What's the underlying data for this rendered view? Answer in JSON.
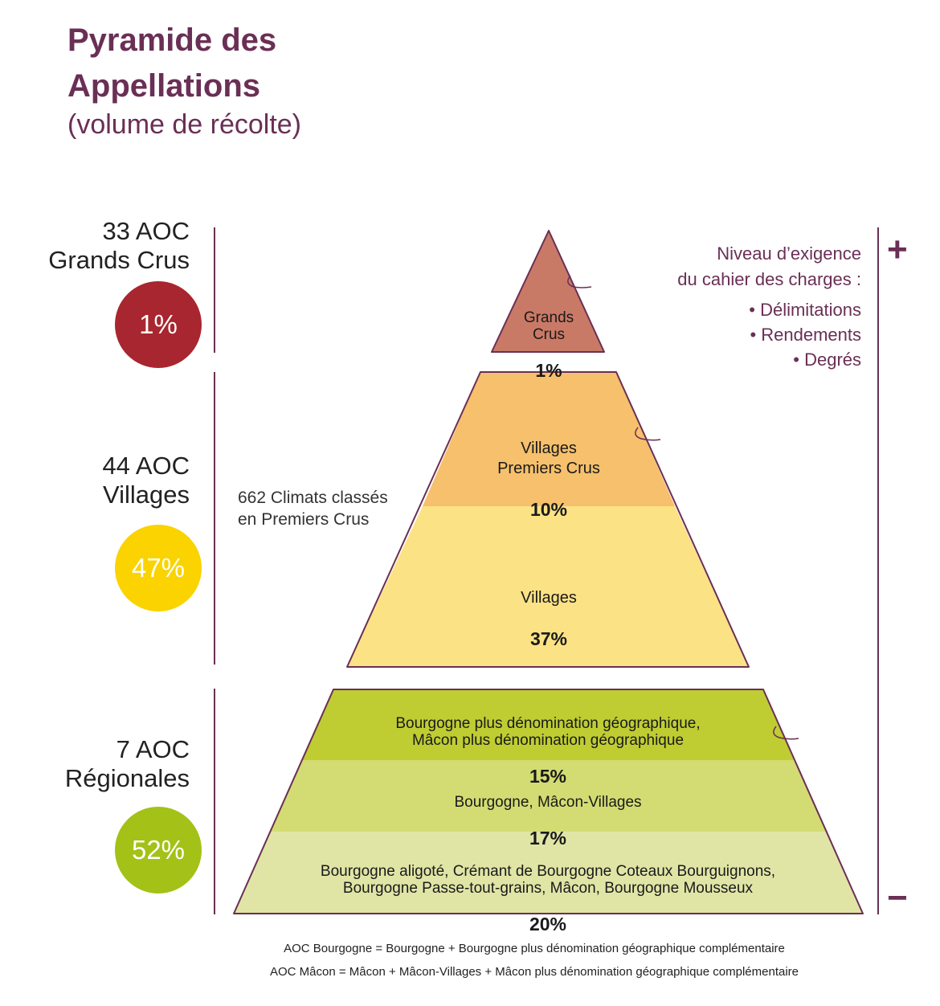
{
  "header": {
    "title": "Pyramide des Appellations",
    "subtitle": "(volume de récolte)"
  },
  "groups": [
    {
      "label": "33 AOC\nGrands Crus",
      "share": "1%",
      "color": "#a8262f"
    },
    {
      "label": "44 AOC\nVillages",
      "share": "47%",
      "color": "#fad300"
    },
    {
      "label": "7 AOC\nRégionales",
      "share": "52%",
      "color": "#a3c117"
    }
  ],
  "climats_note": "662 Climats classés\nen Premiers Crus",
  "tiers": [
    {
      "name": "Grands\nCrus",
      "pct": "1%",
      "color": "#c97a66"
    },
    {
      "name": "Villages\nPremiers Crus",
      "pct": "10%",
      "color": "#f6c06c"
    },
    {
      "name": "Villages",
      "pct": "37%",
      "color": "#fbe285"
    },
    {
      "name": "Bourgogne plus dénomination géographique,\nMâcon plus dénomination géographique",
      "pct": "15%",
      "color": "#bfcd33"
    },
    {
      "name": "Bourgogne, Mâcon-Villages",
      "pct": "17%",
      "color": "#d3dc72"
    },
    {
      "name": "Bourgogne aligoté, Crémant de Bourgogne Coteaux Bourguignons,\nBourgogne Passe-tout-grains, Mâcon, Bourgogne Mousseux",
      "pct": "20%",
      "color": "#e0e5a6"
    }
  ],
  "requirements": {
    "heading_line1": "Niveau d’exigence",
    "heading_line2": "du cahier des charges :",
    "criteria": [
      "• Délimitations",
      "• Rendements",
      "• Degrés"
    ],
    "plus": "+",
    "minus": "−",
    "accent": "#6a2f55"
  },
  "footnotes": [
    "AOC Bourgogne = Bourgogne + Bourgogne plus dénomination géographique complémentaire",
    "AOC Mâcon = Mâcon + Mâcon-Villages + Mâcon plus dénomination géographique complémentaire"
  ]
}
